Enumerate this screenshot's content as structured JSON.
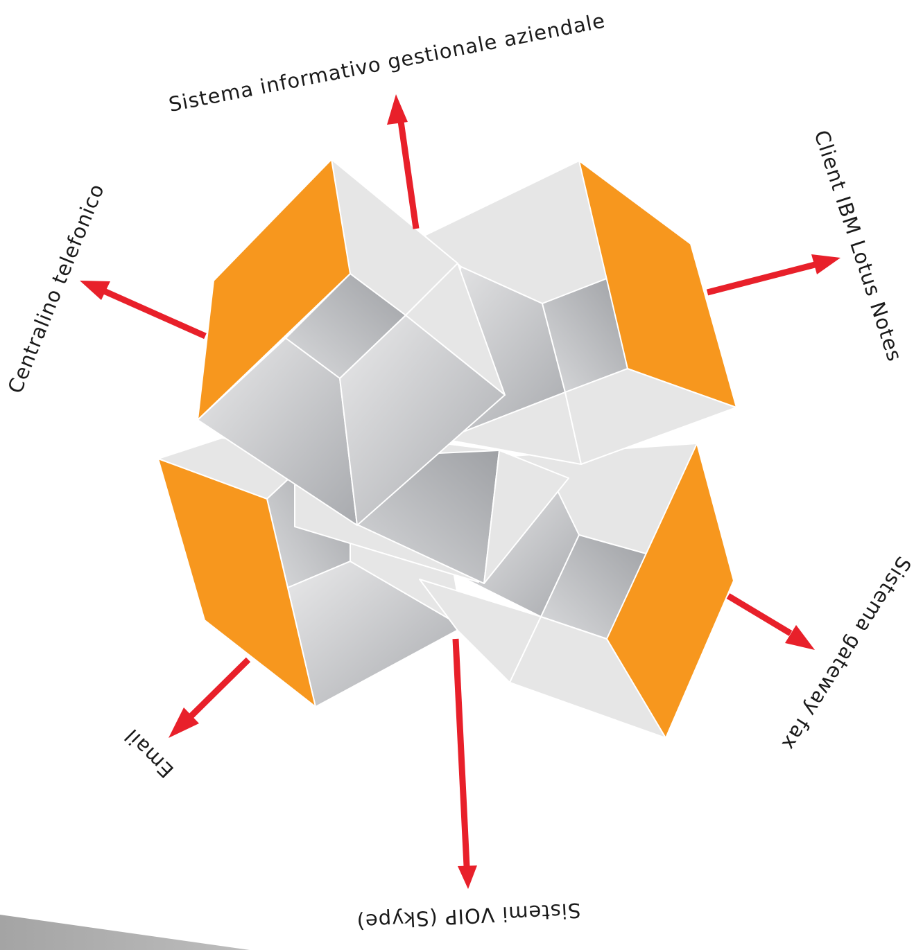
{
  "diagram": {
    "labels": {
      "top": "Sistema informativo gestionale aziendale",
      "right_top": "Client IBM Lotus Notes",
      "right_bottom": "Sistema gateway fax",
      "bottom": "Sistemi VOIP (Skype)",
      "left_bottom": "Email",
      "left_top": "Centralino telefonico"
    },
    "colors": {
      "accent_orange": "#f7971e",
      "arrow_red": "#e8202a",
      "face_light": "#e6e6e6",
      "face_grey": "#a9abaf"
    }
  }
}
